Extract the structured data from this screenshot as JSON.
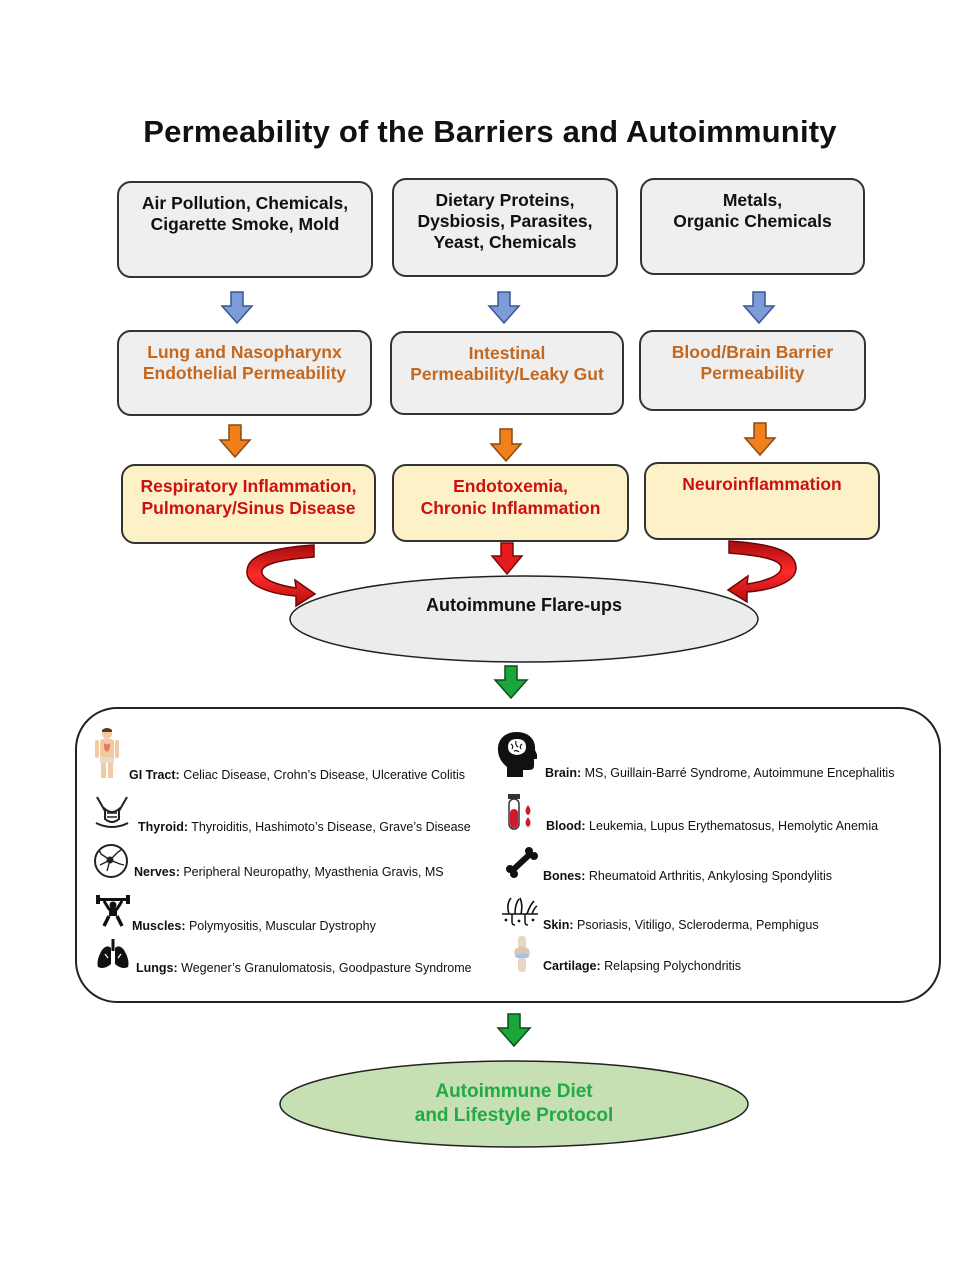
{
  "title": "Permeability of the Barriers and Autoimmunity",
  "sources": [
    "Air Pollution, Chemicals,\nCigarette Smoke, Mold",
    "Dietary Proteins,\nDysbiosis, Parasites,\nYeast, Chemicals",
    "Metals,\nOrganic Chemicals"
  ],
  "barriers": [
    "Lung and Nasopharynx\nEndothelial Permeability",
    "Intestinal\nPermeability/Leaky Gut",
    "Blood/Brain Barrier\nPermeability"
  ],
  "effects": [
    "Respiratory Inflammation,\nPulmonary/Sinus Disease",
    "Endotoxemia,\nChronic Inflammation",
    "Neuroinflammation"
  ],
  "flareups": "Autoimmune Flare-ups",
  "organs_left": [
    {
      "label": "GI Tract:",
      "text": " Celiac Disease, Crohn’s Disease, Ulcerative Colitis",
      "icon": "human-body-icon"
    },
    {
      "label": "Thyroid:",
      "text": " Thyroiditis, Hashimoto’s Disease, Grave’s Disease",
      "icon": "thyroid-icon"
    },
    {
      "label": "Nerves:",
      "text": " Peripheral Neuropathy, Myasthenia Gravis, MS",
      "icon": "nerve-cell-icon"
    },
    {
      "label": "Muscles:",
      "text": " Polymyositis, Muscular Dystrophy",
      "icon": "weightlifter-icon"
    },
    {
      "label": "Lungs:",
      "text": " Wegener’s  Granulomatosis, Goodpasture Syndrome",
      "icon": "lungs-icon"
    }
  ],
  "organs_right": [
    {
      "label": "Brain:",
      "text": " MS, Guillain-Barré Syndrome, Autoimmune Encephalitis",
      "icon": "brain-head-icon"
    },
    {
      "label": "Blood:",
      "text": " Leukemia, Lupus Erythematosus,  Hemolytic Anemia",
      "icon": "blood-tube-icon"
    },
    {
      "label": "Bones:",
      "text": " Rheumatoid Arthritis, Ankylosing Spondylitis",
      "icon": "bone-icon"
    },
    {
      "label": "Skin:",
      "text": " Psoriasis, Vitiligo, Scleroderma, Pemphigus",
      "icon": "skin-hair-icon"
    },
    {
      "label": "Cartilage:",
      "text": " Relapsing Polychondritis",
      "icon": "knee-joint-icon"
    }
  ],
  "protocol": "Autoimmune Diet\nand Lifestyle Protocol",
  "colors": {
    "blue_arrow": "#7d9bd6",
    "orange_arrow": "#f07f1c",
    "red_arrow": "#e61a1a",
    "green_arrow": "#1aa63a",
    "barrier_text": "#c4681f",
    "effect_text": "#cc1111",
    "effect_fill": "#fdf1c8",
    "protocol_fill": "#c6e0b4",
    "protocol_text": "#22aa44"
  }
}
